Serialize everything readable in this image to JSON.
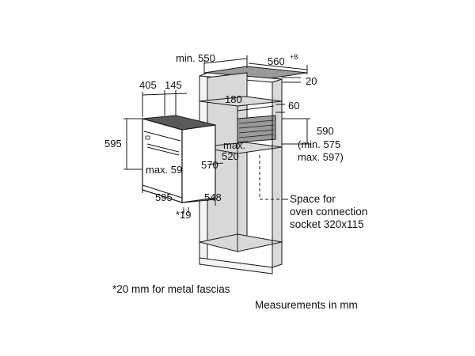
{
  "diagram": {
    "dimensions": {
      "min_width": "min. 550",
      "depth_base": "560",
      "depth_sup": "+8",
      "top_thickness": "20",
      "width_405": "405",
      "width_145": "145",
      "opening_180": "180",
      "gap_60": "60",
      "height_595": "595",
      "max_label": "max.",
      "max_520": "520",
      "height_590": "590",
      "min_575": "(min. 575",
      "max_597": "max. 597)",
      "max_59": "max. 59",
      "depth_570": "570",
      "width_595": "595",
      "depth_548": "548",
      "footnote_marker": "*19"
    },
    "callout": {
      "line1": "Space for",
      "line2": "oven connection",
      "line3": "socket 320x115"
    },
    "notes": {
      "metal_fascias": "*20 mm for metal fascias",
      "units": "Measurements in mm"
    }
  }
}
